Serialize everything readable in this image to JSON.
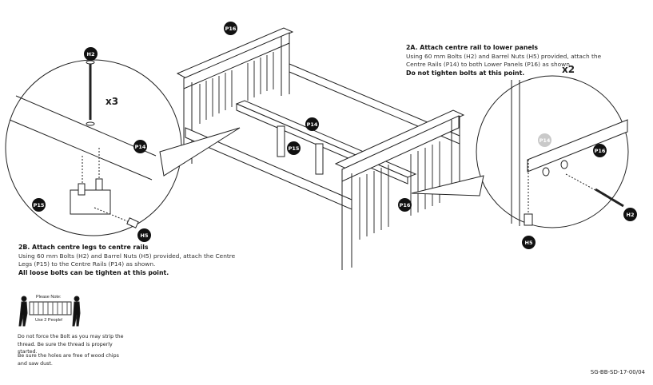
{
  "step_2a": {
    "heading": "2A. Attach centre rail to lower panels",
    "body_line1": "Using 60 mm Bolts (H2) and Barrel Nuts (H5) provided, attach the",
    "body_line2": "Centre Rails (P14) to both Lower Panels (P16) as shown.",
    "warning": "Do not tighten bolts at this point."
  },
  "step_2b": {
    "heading": "2B. Attach centre legs to centre rails",
    "body_line1": "Using 60 mm Bolts (H2) and Barrel Nuts (H5) provided, attach the Centre",
    "body_line2": "Legs (P15) to the Centre Rails (P14) as shown.",
    "warning": "All loose bolts can be tighten at this point."
  },
  "please_note": {
    "top": "Please Note:",
    "bottom": "Use 2 People!"
  },
  "notes": [
    "Do not force the Bolt as you may strip the thread. Be sure the thread is properly started.",
    "Be sure the holes are free of wood chips and saw dust."
  ],
  "document_code": "SG-BB-SD-17-00/04",
  "callouts": {
    "left_multiplier": "x3",
    "right_multiplier": "x2"
  },
  "part_labels": {
    "p16_top": "P16",
    "p14_center": "P14",
    "p15_center": "P15",
    "p16_bottom": "P16",
    "h2_left": "H2",
    "p14_left": "P14",
    "p15_left": "P15",
    "h5_left": "H5",
    "p14_right": "P14",
    "p16_right": "P16",
    "h2_right": "H2",
    "h5_right": "H5"
  }
}
